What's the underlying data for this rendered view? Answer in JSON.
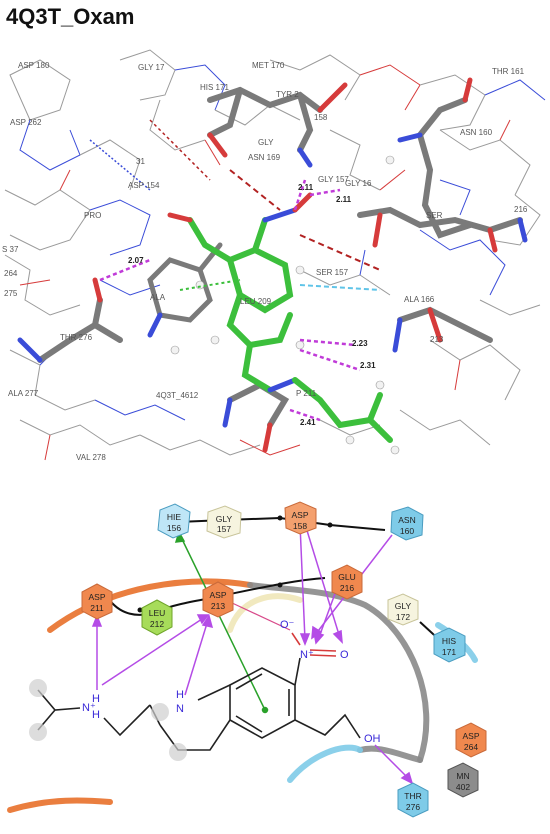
{
  "title": "4Q3T_Oxam",
  "view3d": {
    "residue_labels": [
      {
        "id": "asp180",
        "text": "ASP 180"
      },
      {
        "id": "gly17x",
        "text": "GLY 17"
      },
      {
        "id": "met170",
        "text": "MET 170"
      },
      {
        "id": "his171",
        "text": "HIS 171"
      },
      {
        "id": "thr161",
        "text": "THR 161"
      },
      {
        "id": "tyr2",
        "text": "TYR 2"
      },
      {
        "id": "n158",
        "text": "158"
      },
      {
        "id": "asp262",
        "text": "ASP 262"
      },
      {
        "id": "asn160",
        "text": "ASN 160"
      },
      {
        "id": "asn169",
        "text": "ASN 169"
      },
      {
        "id": "gly",
        "text": "GLY"
      },
      {
        "id": "asp154",
        "text": "ASP 154"
      },
      {
        "id": "gly157",
        "text": "GLY 157"
      },
      {
        "id": "gly16",
        "text": "GLY 16"
      },
      {
        "id": "pro",
        "text": "PRO"
      },
      {
        "id": "ser",
        "text": "SER"
      },
      {
        "id": "s37",
        "text": "S 37"
      },
      {
        "id": "n264",
        "text": "264"
      },
      {
        "id": "n275",
        "text": "275"
      },
      {
        "id": "ala",
        "text": "ALA"
      },
      {
        "id": "ser157",
        "text": "SER 157"
      },
      {
        "id": "leu209",
        "text": "LEU 209"
      },
      {
        "id": "ala166",
        "text": "ALA 166"
      },
      {
        "id": "thr276",
        "text": "THR 276"
      },
      {
        "id": "ligand",
        "text": "4Q3T_4612"
      },
      {
        "id": "p211",
        "text": "P 211"
      },
      {
        "id": "ala277",
        "text": "ALA 277"
      },
      {
        "id": "val278",
        "text": "VAL 278"
      },
      {
        "id": "n213",
        "text": "213"
      },
      {
        "id": "n216",
        "text": "216"
      },
      {
        "id": "n31",
        "text": "31"
      }
    ],
    "distances": [
      "2.11",
      "2.11",
      "2.07",
      "2.23",
      "2.31",
      "2.41"
    ]
  },
  "diagram2d": {
    "residues": [
      {
        "id": "hie156",
        "name": "HIE",
        "num": "156",
        "color": "#bfe6f7"
      },
      {
        "id": "gly157",
        "name": "GLY",
        "num": "157",
        "color": "#f6f4df"
      },
      {
        "id": "asp158",
        "name": "ASP",
        "num": "158",
        "color": "#f4a06e"
      },
      {
        "id": "asn160",
        "name": "ASN",
        "num": "160",
        "color": "#7ecbe8"
      },
      {
        "id": "asp211",
        "name": "ASP",
        "num": "211",
        "color": "#f0884e"
      },
      {
        "id": "leu212",
        "name": "LEU",
        "num": "212",
        "color": "#a7dc5a"
      },
      {
        "id": "asp213",
        "name": "ASP",
        "num": "213",
        "color": "#f0884e"
      },
      {
        "id": "glu216",
        "name": "GLU",
        "num": "216",
        "color": "#f0884e"
      },
      {
        "id": "gly172",
        "name": "GLY",
        "num": "172",
        "color": "#f6f4df"
      },
      {
        "id": "his171",
        "name": "HIS",
        "num": "171",
        "color": "#7ecbe8"
      },
      {
        "id": "asp264",
        "name": "ASP",
        "num": "264",
        "color": "#f0884e"
      },
      {
        "id": "mn402",
        "name": "MN",
        "num": "402",
        "color": "#8c8c8c"
      },
      {
        "id": "thr276",
        "name": "THR",
        "num": "276",
        "color": "#7ecbe8"
      }
    ],
    "atoms": {
      "o_minus": "O⁻",
      "n_plus": "N⁺",
      "o_end": "O",
      "oh": "OH",
      "nh2_top": "H",
      "nh2_bottom": "H",
      "nh2_n": "N⁺",
      "ring_h": "H",
      "ring_n": "N"
    },
    "colors": {
      "hbond": "#b44ce6",
      "pi": "#2aa12a",
      "bond": "#222222",
      "carbon_3d": "#3cbf3c",
      "protein_3d": "#7a7a7a"
    }
  }
}
